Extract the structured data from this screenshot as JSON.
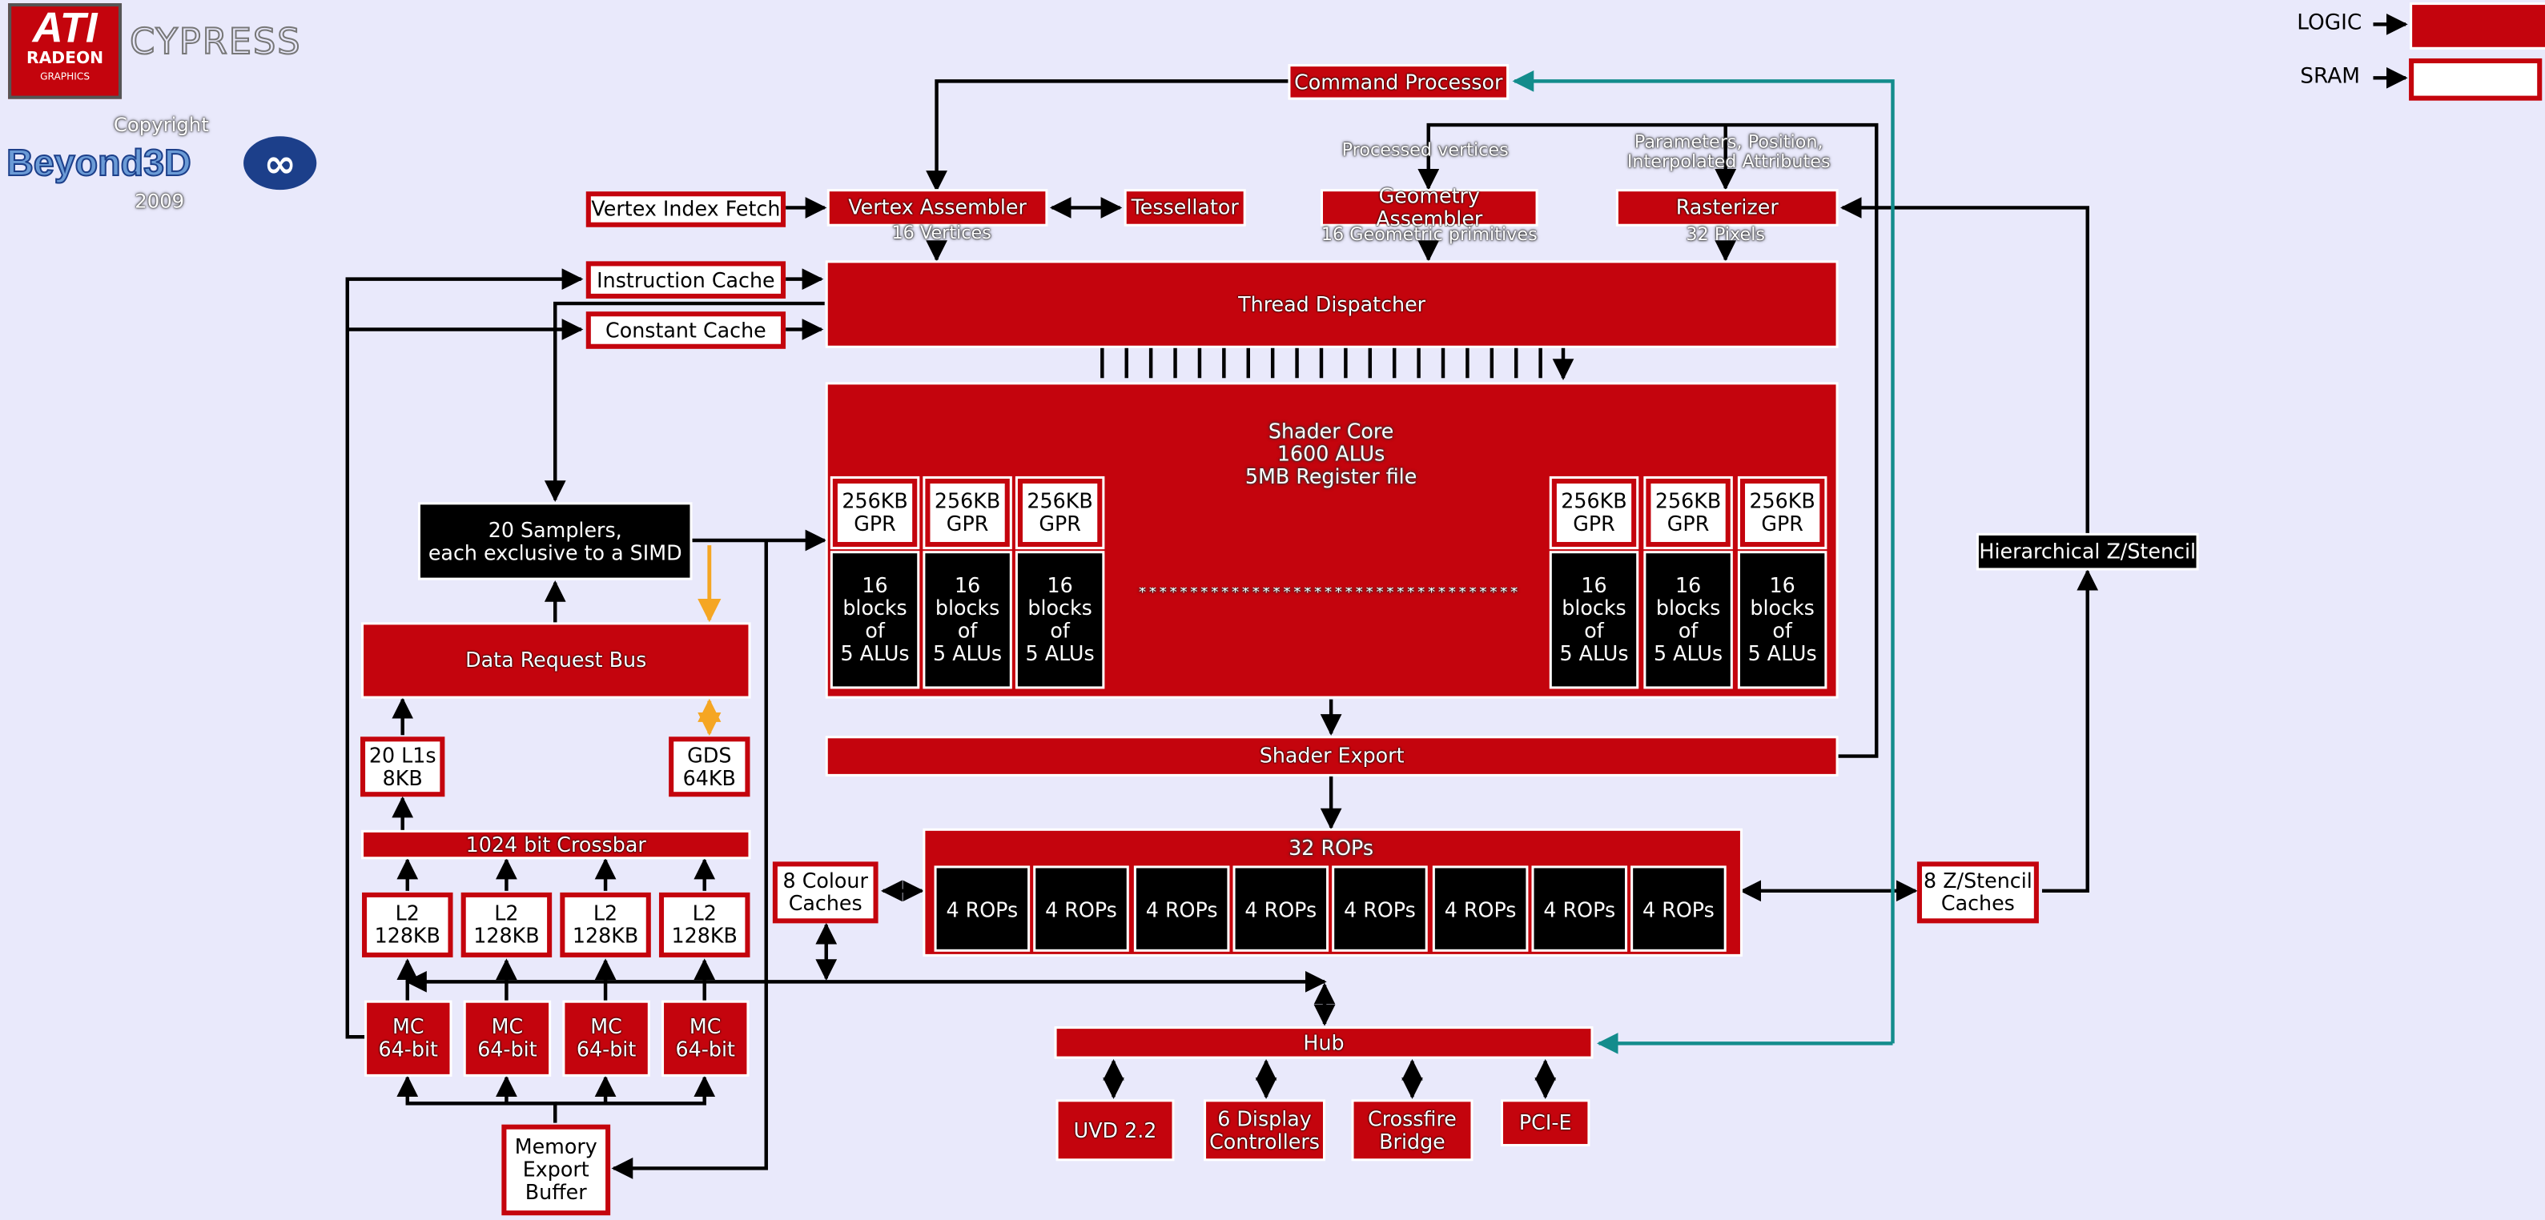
{
  "header": {
    "logo_top": "ATI",
    "logo_mid": "RADEON",
    "logo_bottom": "GRAPHICS",
    "chip_name": "CYPRESS",
    "copyright": "Copyright",
    "site": "Beyond3D",
    "year": "2009"
  },
  "legend": {
    "logic": "LOGIC",
    "sram": "SRAM"
  },
  "colors": {
    "logic": "#c4040d",
    "background": "#e9e9fb",
    "teal_wire": "#138c8c",
    "orange_wire": "#f5a623"
  },
  "front_end": {
    "command_processor": "Command Processor",
    "vertex_index_fetch": "Vertex Index Fetch",
    "vertex_assembler": "Vertex Assembler",
    "vertex_assembler_out": "16 Vertices",
    "tessellator": "Tessellator",
    "geometry_assembler": "Geometry Assembler",
    "geometry_assembler_in": "Processed vertices",
    "geometry_assembler_out": "16 Geometric primitives",
    "rasterizer": "Rasterizer",
    "rasterizer_in": "Parameters, Position,\nInterpolated Attributes",
    "rasterizer_out": "32 Pixels",
    "instruction_cache": "Instruction Cache",
    "constant_cache": "Constant Cache",
    "thread_dispatcher": "Thread Dispatcher"
  },
  "shader_core": {
    "title": "Shader Core\n1600 ALUs\n5MB Register file",
    "gpr": [
      "256KB\nGPR",
      "256KB\nGPR",
      "256KB\nGPR",
      "256KB\nGPR",
      "256KB\nGPR",
      "256KB\nGPR"
    ],
    "alu_blocks": [
      "16 blocks\nof\n5 ALUs",
      "16 blocks\nof\n5 ALUs",
      "16 blocks\nof\n5 ALUs",
      "16 blocks\nof\n5 ALUs",
      "16 blocks\nof\n5 ALUs",
      "16 blocks\nof\n5 ALUs"
    ],
    "ellipsis": "* * * * * * * * * * * * * * * * * * * * * * * * * * * * * * * * * * * * *"
  },
  "memory": {
    "samplers": "20 Samplers,\neach  exclusive to a SIMD",
    "data_request_bus": "Data Request Bus",
    "l1": "20 L1s\n8KB",
    "gds": "GDS\n64KB",
    "crossbar": "1024 bit Crossbar",
    "l2": [
      "L2\n128KB",
      "L2\n128KB",
      "L2\n128KB",
      "L2\n128KB"
    ],
    "mc": [
      "MC\n64-bit",
      "MC\n64-bit",
      "MC\n64-bit",
      "MC\n64-bit"
    ],
    "memory_export_buffer": "Memory\nExport\nBuffer"
  },
  "back_end": {
    "shader_export": "Shader Export",
    "rops_title": "32 ROPs",
    "rops": [
      "4 ROPs",
      "4 ROPs",
      "4 ROPs",
      "4 ROPs",
      "4 ROPs",
      "4 ROPs",
      "4 ROPs",
      "4 ROPs"
    ],
    "colour_caches": "8 Colour\nCaches",
    "z_caches": "8 Z/Stencil\nCaches",
    "hierarchical_z": "Hierarchical Z/Stencil",
    "hub": "Hub",
    "io": [
      "UVD 2.2",
      "6 Display\nControllers",
      "Crossfire\nBridge",
      "PCI-E"
    ]
  }
}
